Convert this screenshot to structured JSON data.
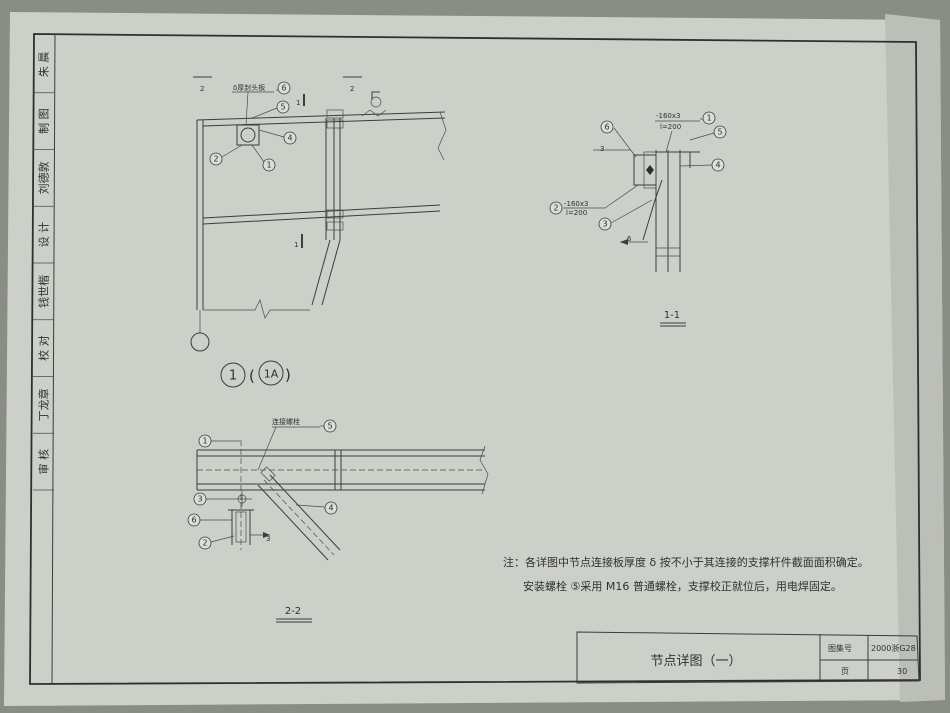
{
  "side_strip": {
    "cells": [
      "朱 晨",
      "制 图",
      "刘德敦",
      "设 计",
      "钱世楷",
      "校 对",
      "丁龙章",
      "审 核"
    ]
  },
  "detail_main": {
    "section_mark_left": "2",
    "section_mark_right": "2",
    "label_top": "δ厚封头板",
    "cut_mark_top": "1",
    "cut_mark_bottom": "1",
    "bubbles": [
      "6",
      "5",
      "4",
      "2",
      "1"
    ],
    "title_1": "1",
    "title_1a": "1A"
  },
  "detail_1_1": {
    "plate_spec_top": "-160x3",
    "plate_len_top": "l=200",
    "plate_spec_left": "-160x3",
    "plate_len_left": "l=200",
    "weld_mark_top": "3",
    "weld_mark_bottom": "6",
    "bubbles": [
      "6",
      "1",
      "5",
      "4",
      "2",
      "3"
    ],
    "title": "1-1"
  },
  "detail_2_2": {
    "label_bolt": "连接螺栓",
    "bubbles": [
      "1",
      "5",
      "3",
      "4",
      "6",
      "2"
    ],
    "weld_mark": "3",
    "title": "2-2"
  },
  "notes": {
    "line1": "注：各详图中节点连接板厚度 δ 按不小于其连接的支撑杆件截面面积确定。",
    "line2": "安装螺栓 ⑤采用 M16 普通螺栓，支撑校正就位后，用电焊固定。"
  },
  "title_block": {
    "title": "节点详图（一）",
    "atlas_label": "图集号",
    "atlas_value": "2000浙G28",
    "page_label": "页",
    "page_value": "30"
  }
}
